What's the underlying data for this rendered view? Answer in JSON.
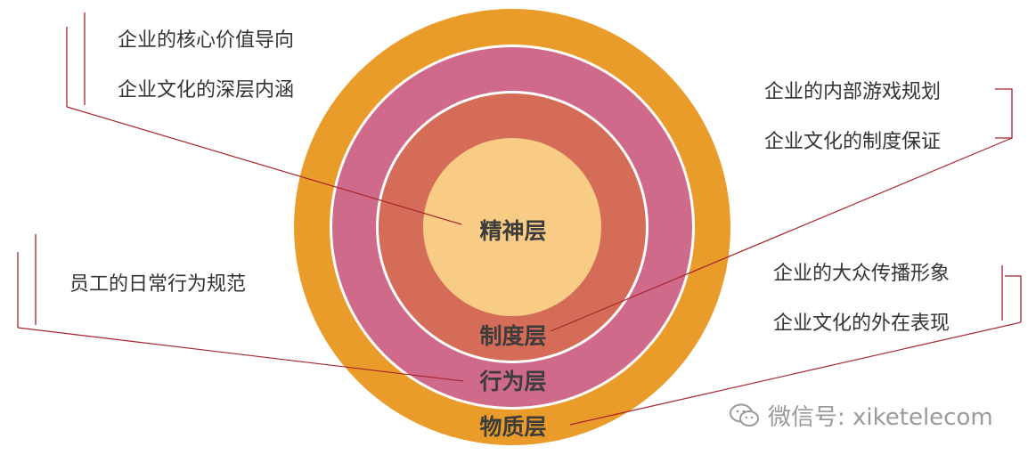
{
  "diagram": {
    "layers": [
      {
        "key": "spiritual",
        "label": "精神层",
        "color": "#F8CC85"
      },
      {
        "key": "system",
        "label": "制度层",
        "color": "#D46C58"
      },
      {
        "key": "behavior",
        "label": "行为层",
        "color": "#D06A8A"
      },
      {
        "key": "material",
        "label": "物质层",
        "color": "#E99C2A"
      }
    ],
    "ring_outline_color": "#ffffff",
    "leader_color": "#A8242C"
  },
  "annotations": {
    "top_left": {
      "line1": "企业的核心价值导向",
      "line2": "企业文化的深层内涵"
    },
    "top_right": {
      "line1": "企业的内部游戏规划",
      "line2": "企业文化的制度保证"
    },
    "mid_left": {
      "line1": "员工的日常行为规范"
    },
    "bottom_right": {
      "line1": "企业的大众传播形象",
      "line2": "企业文化的外在表现"
    }
  },
  "watermark": {
    "icon": "wechat-icon",
    "text": "微信号: xiketelecom"
  }
}
